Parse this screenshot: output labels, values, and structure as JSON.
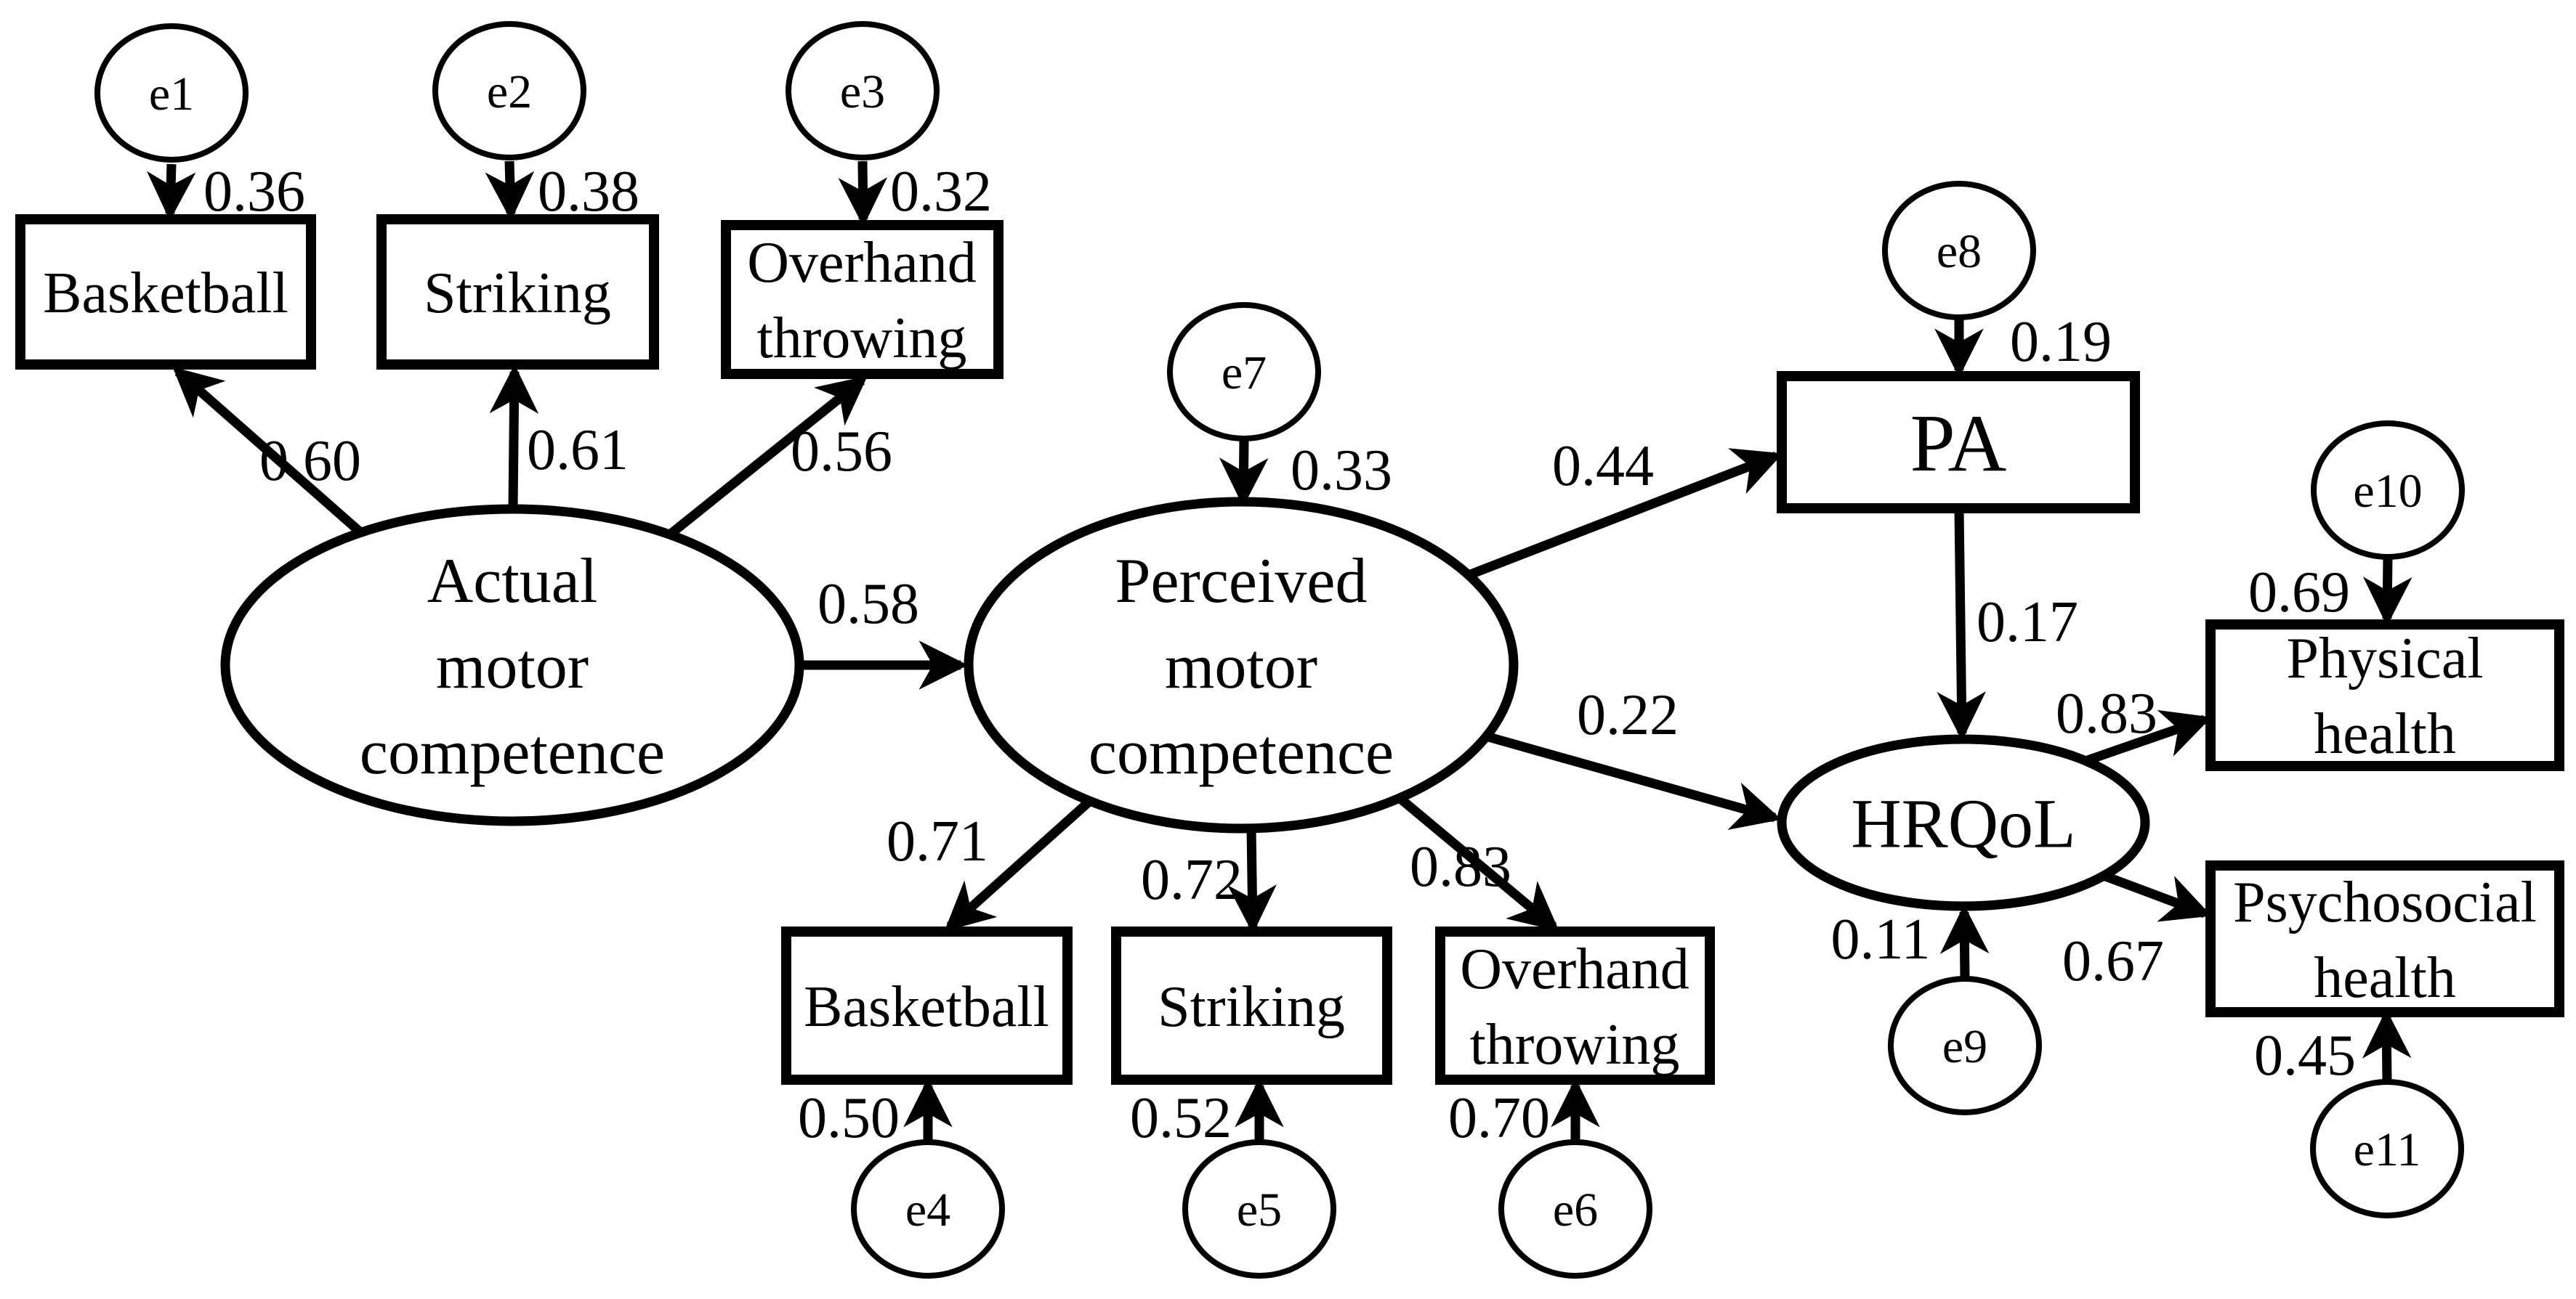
{
  "diagram_type": "structural-equation-model-path-diagram",
  "colors": {
    "ink": "#000000",
    "background": "#ffffff"
  },
  "nodes": {
    "actual": {
      "line1": "Actual",
      "line2": "motor",
      "line3": "competence"
    },
    "perceived": {
      "line1": "Perceived",
      "line2": "motor",
      "line3": "competence"
    },
    "pa": {
      "label": "PA"
    },
    "hrqol": {
      "label": "HRQoL"
    },
    "basketball_actual": {
      "label": "Basketball"
    },
    "striking_actual": {
      "label": "Striking"
    },
    "overhand_actual": {
      "line1": "Overhand",
      "line2": "throwing"
    },
    "basketball_perceived": {
      "label": "Basketball"
    },
    "striking_perceived": {
      "label": "Striking"
    },
    "overhand_perceived": {
      "line1": "Overhand",
      "line2": "throwing"
    },
    "physical_health": {
      "line1": "Physical",
      "line2": "health"
    },
    "psychosocial_health": {
      "line1": "Psychosocial",
      "line2": "health"
    }
  },
  "errors": {
    "e1": {
      "label": "e1",
      "value": "0.36"
    },
    "e2": {
      "label": "e2",
      "value": "0.38"
    },
    "e3": {
      "label": "e3",
      "value": "0.32"
    },
    "e4": {
      "label": "e4",
      "value": "0.50"
    },
    "e5": {
      "label": "e5",
      "value": "0.52"
    },
    "e6": {
      "label": "e6",
      "value": "0.70"
    },
    "e7": {
      "label": "e7",
      "value": "0.33"
    },
    "e8": {
      "label": "e8",
      "value": "0.19"
    },
    "e9": {
      "label": "e9",
      "value": "0.11"
    },
    "e10": {
      "label": "e10",
      "value": "0.69"
    },
    "e11": {
      "label": "e11",
      "value": "0.45"
    }
  },
  "paths": {
    "actual_to_basketball": "0.60",
    "actual_to_striking": "0.61",
    "actual_to_overhand": "0.56",
    "actual_to_perceived": "0.58",
    "perceived_to_basketball": "0.71",
    "perceived_to_striking": "0.72",
    "perceived_to_overhand": "0.83",
    "perceived_to_pa": "0.44",
    "perceived_to_hrqol": "0.22",
    "pa_to_hrqol": "0.17",
    "hrqol_to_physical": "0.83",
    "hrqol_to_psychosocial": "0.67"
  }
}
